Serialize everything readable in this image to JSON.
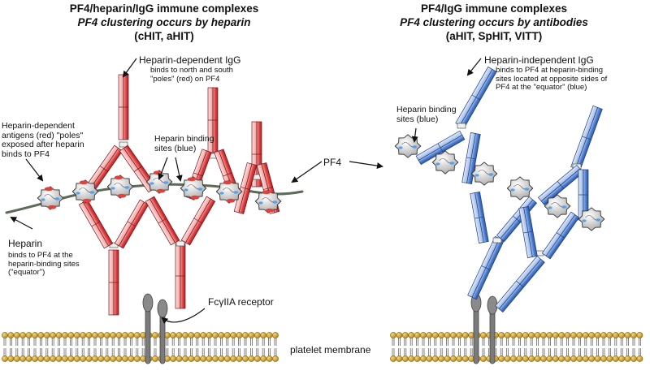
{
  "left_panel": {
    "title_line1": "PF4/heparin/IgG immune complexes",
    "title_line2": "PF4 clustering occurs by heparin",
    "title_line3": "(cHIT, aHIT)",
    "igg_label": "Heparin-dependent  IgG",
    "igg_desc": "binds to north and south \"poles\" (red) on PF4",
    "antigen_label": "Heparin-dependent antigens (red) \"poles\" exposed after heparin binds to PF4",
    "binding_sites_label": "Heparin binding sites (blue)",
    "pf4_label": "PF4",
    "heparin_label": "Heparin",
    "heparin_desc": "binds to PF4 at the heparin-binding sites (\"equator\")",
    "receptor_label": "FcγIIA receptor",
    "membrane_label": "platelet membrane"
  },
  "right_panel": {
    "title_line1": "PF4/IgG immune complexes",
    "title_line2": "PF4 clustering occurs by antibodies",
    "title_line3": "(aHIT, SpHIT, VITT)",
    "igg_label": "Heparin-independent  IgG",
    "igg_desc": "binds to PF4 at heparin-binding sites located at opposite sides of PF4 at the \"equator\" (blue)",
    "binding_sites_label": "Heparin binding sites (blue)"
  },
  "colors": {
    "red_antibody": "#d6262b",
    "blue_antibody": "#3a6fc4",
    "membrane_head": "#d9a92a",
    "heparin_chain": "#5c6b55",
    "receptor": "#777777"
  }
}
